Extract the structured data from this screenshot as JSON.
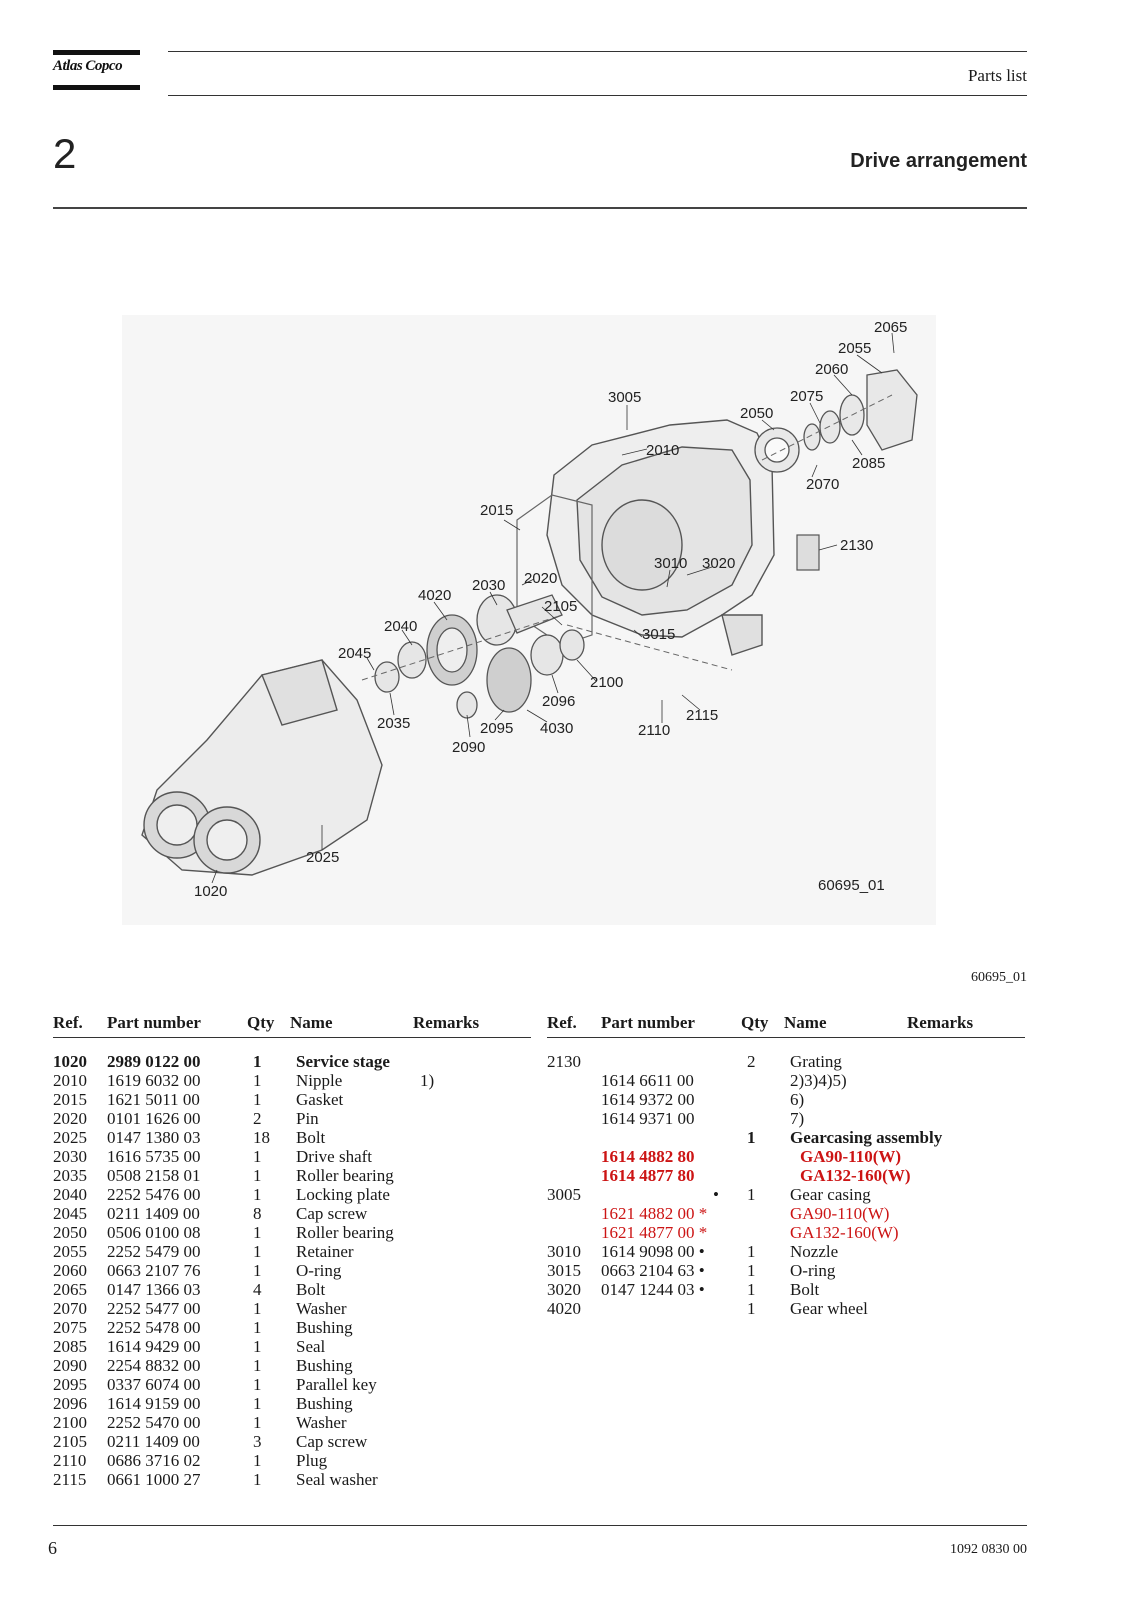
{
  "header": {
    "logo": "Atlas Copco",
    "label": "Parts list",
    "section_number": "2",
    "section_title": "Drive arrangement"
  },
  "figure": {
    "callouts": [
      "2065",
      "2055",
      "2060",
      "2075",
      "2050",
      "3005",
      "2010",
      "2085",
      "2070",
      "2015",
      "2130",
      "3010",
      "3020",
      "2030",
      "2020",
      "4020",
      "2105",
      "2040",
      "3015",
      "2045",
      "2100",
      "2035",
      "2096",
      "2095",
      "4030",
      "2115",
      "2110",
      "2090",
      "2025",
      "1020"
    ],
    "inner_id": "60695_01",
    "caption_id": "60695_01"
  },
  "table_headers": {
    "ref": "Ref.",
    "part": "Part number",
    "qty": "Qty",
    "name": "Name",
    "remarks": "Remarks"
  },
  "left_rows": [
    {
      "ref": "1020",
      "part": "2989 0122 00",
      "qty": "1",
      "name": "Service stage",
      "remarks": "",
      "bold": true
    },
    {
      "ref": "2010",
      "part": "1619 6032 00",
      "qty": "1",
      "name": "Nipple",
      "remarks": "1)"
    },
    {
      "ref": "2015",
      "part": "1621 5011 00",
      "qty": "1",
      "name": "Gasket",
      "remarks": ""
    },
    {
      "ref": "2020",
      "part": "0101 1626 00",
      "qty": "2",
      "name": "Pin",
      "remarks": ""
    },
    {
      "ref": "2025",
      "part": "0147 1380 03",
      "qty": "18",
      "name": "Bolt",
      "remarks": ""
    },
    {
      "ref": "2030",
      "part": "1616 5735 00",
      "qty": "1",
      "name": "Drive shaft",
      "remarks": ""
    },
    {
      "ref": "2035",
      "part": "0508 2158 01",
      "qty": "1",
      "name": "Roller bearing",
      "remarks": ""
    },
    {
      "ref": "2040",
      "part": "2252 5476 00",
      "qty": "1",
      "name": "Locking plate",
      "remarks": ""
    },
    {
      "ref": "2045",
      "part": "0211 1409 00",
      "qty": "8",
      "name": "Cap screw",
      "remarks": ""
    },
    {
      "ref": "2050",
      "part": "0506 0100 08",
      "qty": "1",
      "name": "Roller bearing",
      "remarks": ""
    },
    {
      "ref": "2055",
      "part": "2252 5479 00",
      "qty": "1",
      "name": "Retainer",
      "remarks": ""
    },
    {
      "ref": "2060",
      "part": "0663 2107 76",
      "qty": "1",
      "name": "O-ring",
      "remarks": ""
    },
    {
      "ref": "2065",
      "part": "0147 1366 03",
      "qty": "4",
      "name": "Bolt",
      "remarks": ""
    },
    {
      "ref": "2070",
      "part": "2252 5477 00",
      "qty": "1",
      "name": "Washer",
      "remarks": ""
    },
    {
      "ref": "2075",
      "part": "2252 5478 00",
      "qty": "1",
      "name": "Bushing",
      "remarks": ""
    },
    {
      "ref": "2085",
      "part": "1614 9429 00",
      "qty": "1",
      "name": "Seal",
      "remarks": ""
    },
    {
      "ref": "2090",
      "part": "2254 8832 00",
      "qty": "1",
      "name": "Bushing",
      "remarks": ""
    },
    {
      "ref": "2095",
      "part": "0337 6074 00",
      "qty": "1",
      "name": "Parallel key",
      "remarks": ""
    },
    {
      "ref": "2096",
      "part": "1614 9159 00",
      "qty": "1",
      "name": "Bushing",
      "remarks": ""
    },
    {
      "ref": "2100",
      "part": "2252 5470 00",
      "qty": "1",
      "name": "Washer",
      "remarks": ""
    },
    {
      "ref": "2105",
      "part": "0211 1409 00",
      "qty": "3",
      "name": "Cap screw",
      "remarks": ""
    },
    {
      "ref": "2110",
      "part": "0686 3716 02",
      "qty": "1",
      "name": "Plug",
      "remarks": ""
    },
    {
      "ref": "2115",
      "part": "0661 1000 27",
      "qty": "1",
      "name": "Seal washer",
      "remarks": ""
    }
  ],
  "right_rows": [
    {
      "ref": "2130",
      "part": "",
      "qty": "2",
      "name": "Grating",
      "remarks": ""
    },
    {
      "ref": "",
      "part": "1614 6611 00",
      "qty": "",
      "name": "2)3)4)5)",
      "remarks": ""
    },
    {
      "ref": "",
      "part": "1614 9372 00",
      "qty": "",
      "name": "6)",
      "remarks": ""
    },
    {
      "ref": "",
      "part": "1614 9371 00",
      "qty": "",
      "name": "7)",
      "remarks": ""
    },
    {
      "ref": "",
      "part": "",
      "qty": "1",
      "name": "Gearcasing assembly",
      "remarks": "",
      "bold": true
    },
    {
      "ref": "",
      "part": "1614 4882 80",
      "qty": "",
      "name": "GA90-110(W)",
      "remarks": "",
      "bold": true,
      "red": true,
      "indent": true
    },
    {
      "ref": "",
      "part": "1614 4877 80",
      "qty": "",
      "name": "GA132-160(W)",
      "remarks": "",
      "bold": true,
      "red": true,
      "indent": true
    },
    {
      "ref": "3005",
      "part": "•",
      "qty": "1",
      "name": "Gear casing",
      "remarks": "",
      "partRight": true
    },
    {
      "ref": "",
      "part": "1621 4882 00 *",
      "qty": "",
      "name": "GA90-110(W)",
      "remarks": "",
      "red": true
    },
    {
      "ref": "",
      "part": "1621 4877 00 *",
      "qty": "",
      "name": "GA132-160(W)",
      "remarks": "",
      "red": true
    },
    {
      "ref": "3010",
      "part": "1614 9098 00 •",
      "qty": "1",
      "name": "Nozzle",
      "remarks": ""
    },
    {
      "ref": "3015",
      "part": "0663 2104 63 •",
      "qty": "1",
      "name": "O-ring",
      "remarks": ""
    },
    {
      "ref": "3020",
      "part": "0147 1244 03 •",
      "qty": "1",
      "name": "Bolt",
      "remarks": ""
    },
    {
      "ref": "4020",
      "part": "",
      "qty": "1",
      "name": "Gear wheel",
      "remarks": ""
    }
  ],
  "footer": {
    "page_number": "6",
    "doc_number": "1092 0830 00"
  }
}
